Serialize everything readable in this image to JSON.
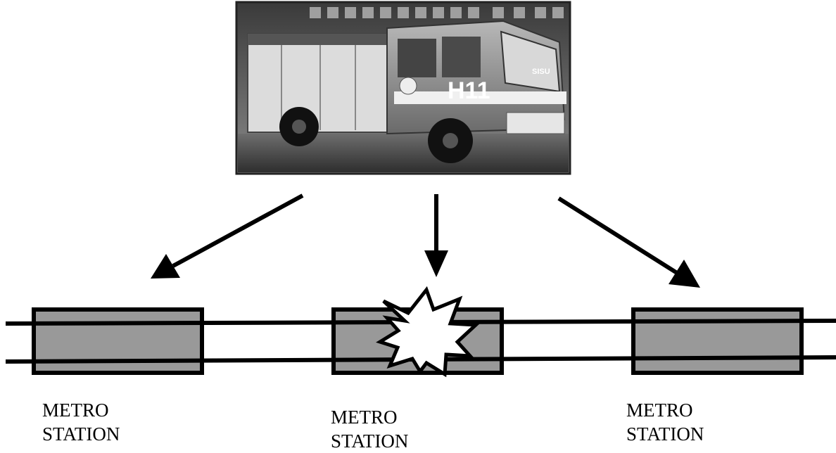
{
  "truck_photo": {
    "plate_text": "H11",
    "brand_text": "SISU"
  },
  "stations": [
    {
      "line1": "METRO",
      "line2": "STATION"
    },
    {
      "line1": "METRO",
      "line2": "STATION"
    },
    {
      "line1": "METRO",
      "line2": "STATION"
    }
  ],
  "colors": {
    "station_fill": "#999999",
    "line": "#000000",
    "explosion_fill": "#ffffff"
  }
}
